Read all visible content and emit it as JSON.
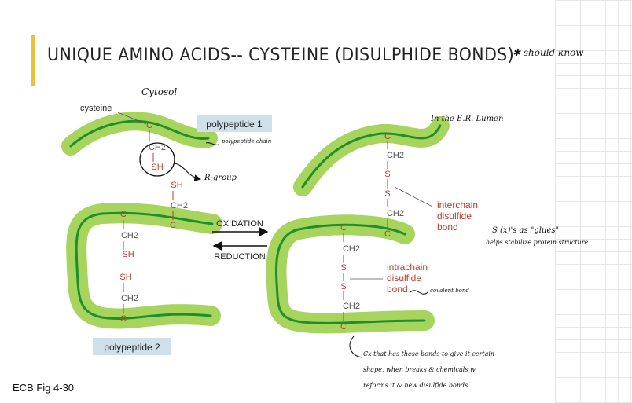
{
  "slide": {
    "title": "UNIQUE AMINO ACIDS-- CYSTEINE (DISULPHIDE BONDS)",
    "caption": "ECB Fig 4-30",
    "accent_color": "#e8c23a"
  },
  "figure": {
    "chain_colors": {
      "halo": "#a6d45c",
      "core": "#1f8f2e",
      "atom": "#c0392b",
      "label_box": "#cfe0ea"
    },
    "labels": {
      "cysteine": "cysteine",
      "polypeptide_1": "polypeptide 1",
      "polypeptide_2": "polypeptide 2",
      "oxidation": "OXIDATION",
      "reduction": "REDUCTION",
      "interchain": [
        "interchain",
        "disulfide",
        "bond"
      ],
      "intrachain": [
        "intrachain",
        "disulfide",
        "bond"
      ]
    },
    "atoms": {
      "c": "C",
      "ch2": "CH2",
      "sh": "SH",
      "s": "S"
    }
  },
  "annotations": {
    "star_note": "✱ should know",
    "cytosol": "Cytosol",
    "polypeptide_chain": "polypeptide chain",
    "r_group": "R-group",
    "er_lumen": "In the E.R. Lumen",
    "glue_note_1": "S (x)'s as \"glues\"",
    "glue_note_2": "helps stabilize protein structure.",
    "covalent_bond": "covalent bond",
    "bottom_note_1": "Cx that has these bonds to give it certain",
    "bottom_note_2": "shape, when breaks & chemicals w",
    "bottom_note_3": "reforms it & new disulfide bonds"
  }
}
